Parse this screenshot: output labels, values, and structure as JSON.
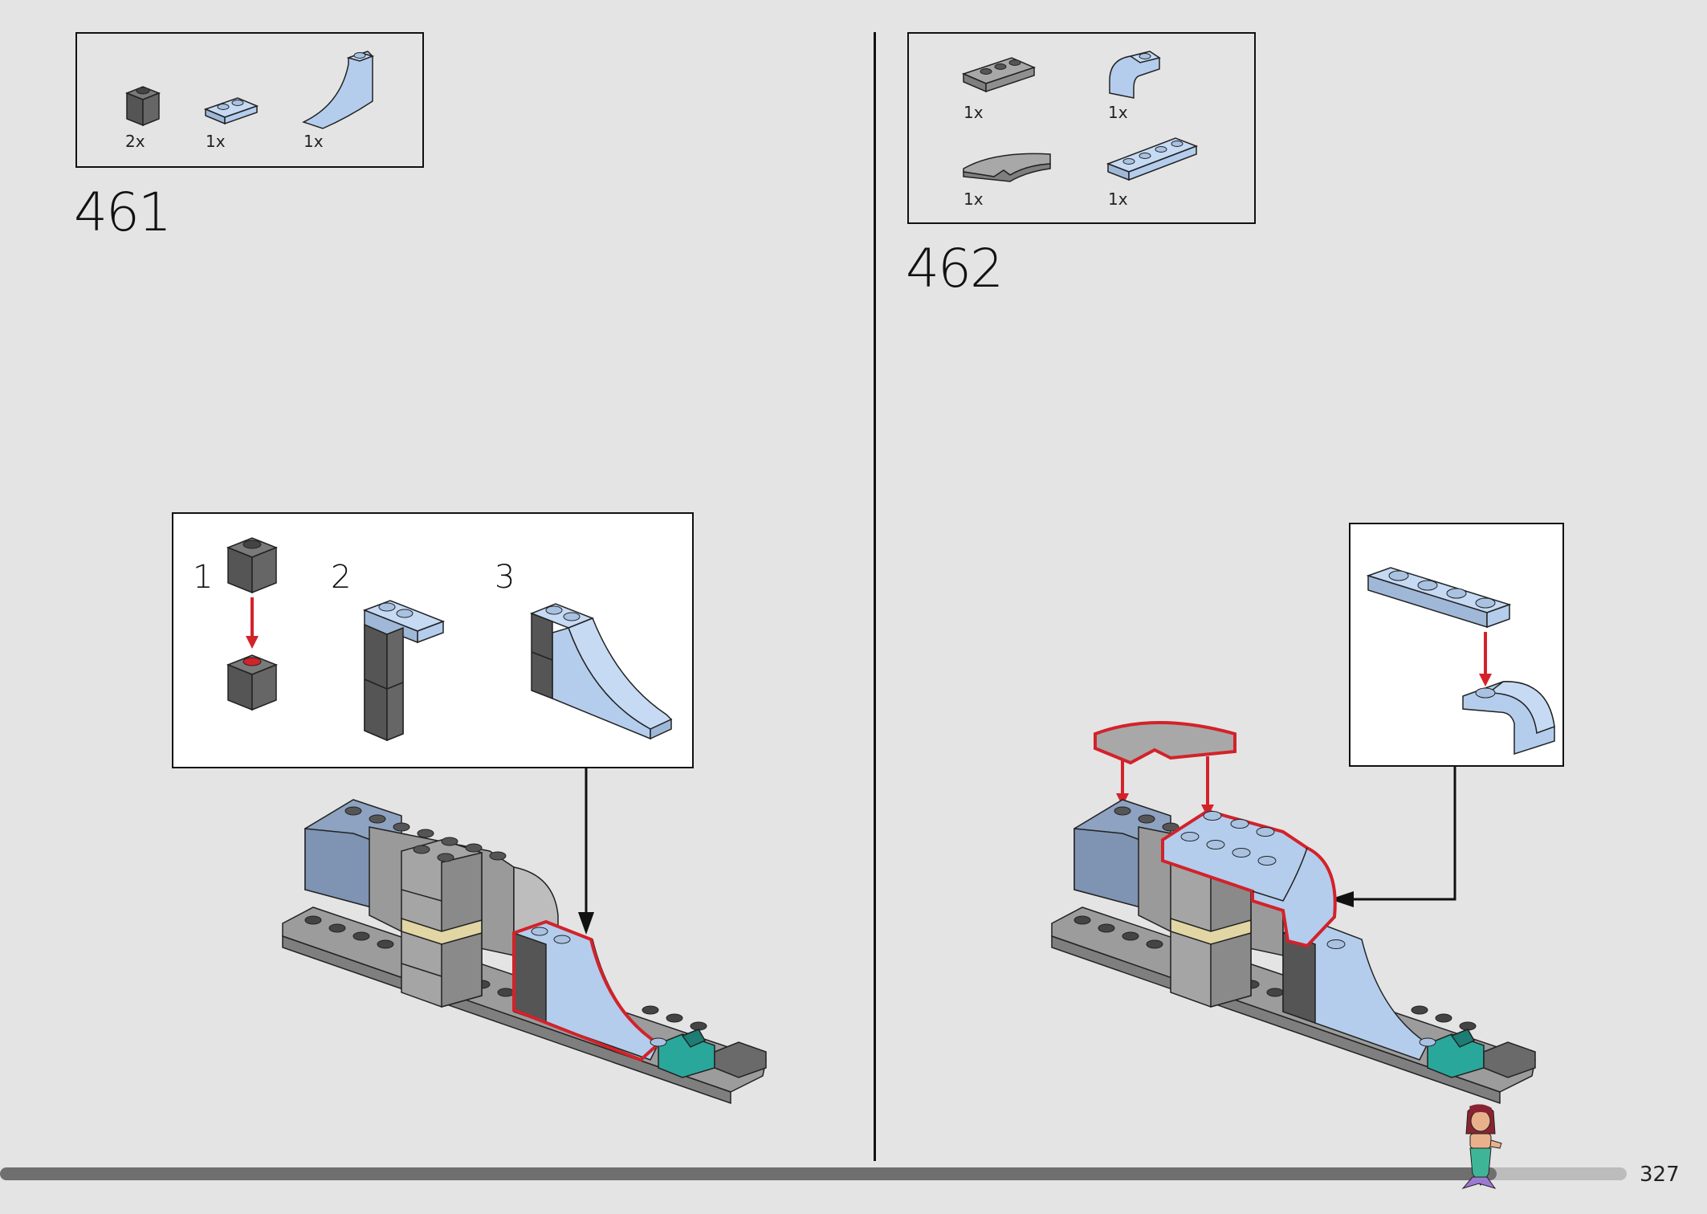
{
  "page_number": "327",
  "progress": 0.92,
  "steps": [
    {
      "number": "461",
      "parts": [
        {
          "qty": "2x",
          "part": "dark-gray-brick-1x1-icon",
          "color": "#5b5b5b"
        },
        {
          "qty": "1x",
          "part": "light-blue-plate-1x2-icon",
          "color": "#b4cdec"
        },
        {
          "qty": "1x",
          "part": "light-blue-slope-curved-icon",
          "color": "#b4cdec"
        }
      ],
      "substeps": [
        "1",
        "2",
        "3"
      ]
    },
    {
      "number": "462",
      "parts": [
        {
          "qty": "1x",
          "part": "gray-plate-1x3-icon",
          "color": "#9c9c9c"
        },
        {
          "qty": "1x",
          "part": "light-blue-curved-brick-icon",
          "color": "#b4cdec"
        },
        {
          "qty": "1x",
          "part": "gray-curved-slope-icon",
          "color": "#9c9c9c"
        },
        {
          "qty": "1x",
          "part": "light-blue-plate-1x4-icon",
          "color": "#b4cdec"
        }
      ]
    }
  ],
  "colors": {
    "highlight": "#d3222a",
    "light_blue": "#b4cdec",
    "dark_gray": "#5b5b5b",
    "gray": "#9c9c9c",
    "teal": "#2aa79b",
    "tan": "#e1d6a4",
    "sand_blue": "#8ea2c1"
  }
}
